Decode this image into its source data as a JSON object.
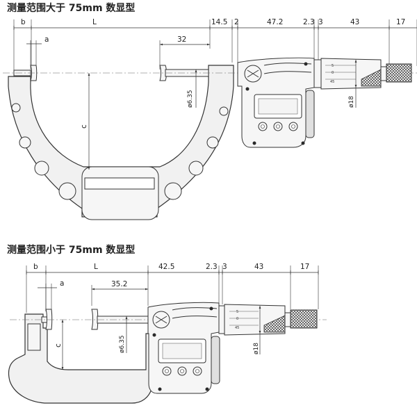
{
  "upper": {
    "title": "测量范围大于 75mm 数显型",
    "dims": {
      "b": "b",
      "L": "L",
      "d145": "14.5",
      "d2": "2",
      "d472": "47.2",
      "d23": "2.3",
      "d3": "3",
      "d43": "43",
      "d17": "17",
      "a": "a",
      "d32": "32",
      "phi635": "ø6.35",
      "phi18": "ø18",
      "c": "c"
    },
    "thimble_marks": [
      "5",
      "0",
      "45"
    ]
  },
  "lower": {
    "title": "测量范围小于 75mm 数显型",
    "dims": {
      "b": "b",
      "L": "L",
      "d425": "42.5",
      "d23": "2.3",
      "d3": "3",
      "d43": "43",
      "d17": "17",
      "a": "a",
      "d352": "35.2",
      "phi635": "ø6.35",
      "phi18": "ø18",
      "c": "c"
    },
    "thimble_marks": [
      "5",
      "0",
      "45"
    ]
  }
}
